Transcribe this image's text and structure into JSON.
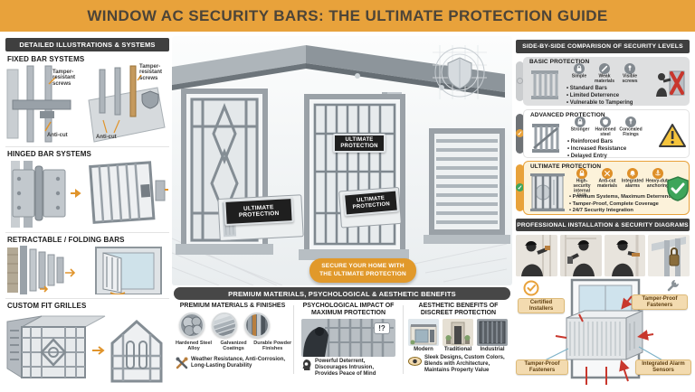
{
  "title": "WINDOW AC SECURITY BARS: THE ULTIMATE PROTECTION GUIDE",
  "left": {
    "header": "DETAILED ILLUSTRATIONS & SYSTEMS",
    "fixed": {
      "title": "FIXED BAR SYSTEMS",
      "label_tamper_left": "Tamper-resistant screws",
      "label_anticut_left": "Anti-cut",
      "label_tamper_right": "Tamper-resistant screws",
      "label_anticut_right": "Anti-cut"
    },
    "hinged": {
      "title": "HINGED BAR SYSTEMS"
    },
    "retractable": {
      "title": "RETRACTABLE / FOLDING BARS"
    },
    "custom": {
      "title": "CUSTOM FIT GRILLES"
    }
  },
  "center": {
    "window_plate": "ULTIMATE PROTECTION",
    "ac_plate_left": "ULTIMATE PROTECTION",
    "ac_plate_mid": "ULTIMATE PROTECTION",
    "banner": {
      "line1": "SECURE YOUR HOME WITH",
      "line2": "THE ULTIMATE PROTECTION"
    }
  },
  "comparison": {
    "header": "SIDE-BY-SIDE COMPARISON OF SECURITY LEVELS",
    "basic": {
      "title": "BASIC PROTECTION",
      "icons": [
        {
          "label": "Simple"
        },
        {
          "label": "Weak materials"
        },
        {
          "label": "Visible screws"
        }
      ],
      "bullets": [
        "Standard Bars",
        "Limited Deterrence",
        "Vulnerable to Tampering"
      ]
    },
    "advanced": {
      "title": "ADVANCED PROTECTION",
      "icons": [
        {
          "label": "Stronger"
        },
        {
          "label": "Hardened steel"
        },
        {
          "label": "Concealed Fixings"
        }
      ],
      "bullets": [
        "Reinforced Bars",
        "Increased Resistance",
        "Delayed Entry"
      ]
    },
    "ultimate": {
      "title": "ULTIMATE PROTECTION",
      "icons": [
        {
          "label": "High-security internal lock"
        },
        {
          "label": "Anti-cut materials"
        },
        {
          "label": "Integrated alarms"
        },
        {
          "label": "Heavy-duty anchoring"
        }
      ],
      "bullets": [
        "Premium Systems, Maximum Deterrence",
        "Tamper-Proof, Complete Coverage",
        "24/7 Security Integration"
      ]
    }
  },
  "installation": {
    "header": "PROFESSIONAL INSTALLATION & SECURITY DIAGRAMS",
    "labels": {
      "certified": "Certified Installers",
      "tamper_top": "Tamper-Proof Fasteners",
      "tamper_bottom": "Tamper-Proof Fasteners",
      "alarm": "Integrated Alarm Sensors"
    }
  },
  "benefits": {
    "header": "PREMIUM MATERIALS, PSYCHOLOGICAL & AESTHETIC BENEFITS",
    "materials": {
      "title": "PREMIUM MATERIALS & FINISHES",
      "items": [
        "Hardened Steel Alloy",
        "Galvanized Coatings",
        "Durable Powder Finishes"
      ],
      "footer": "Weather Resistance, Anti-Corrosion, Long-Lasting Durability"
    },
    "psych": {
      "title": "PSYCHOLOGICAL IMPACT OF MAXIMUM PROTECTION",
      "bubble": "!?",
      "footer": "Powerful Deterrent, Discourages Intrusion, Provides Peace of Mind"
    },
    "aesthetic": {
      "title": "AESTHETIC BENEFITS OF DISCREET PROTECTION",
      "items": [
        "Modern",
        "Traditional",
        "Industrial"
      ],
      "footer": "Sleek Designs, Custom Colors, Blends with Architecture, Maintains Property Value"
    }
  },
  "colors": {
    "accent": "#E8A23B",
    "dark_header": "#3F3F3F",
    "alert_red": "#C8372D",
    "success_green": "#3EA55B",
    "warning_yellow": "#F5C43C",
    "cream_panel": "#FCF2DA",
    "label_chip": "#F3DBB0"
  }
}
